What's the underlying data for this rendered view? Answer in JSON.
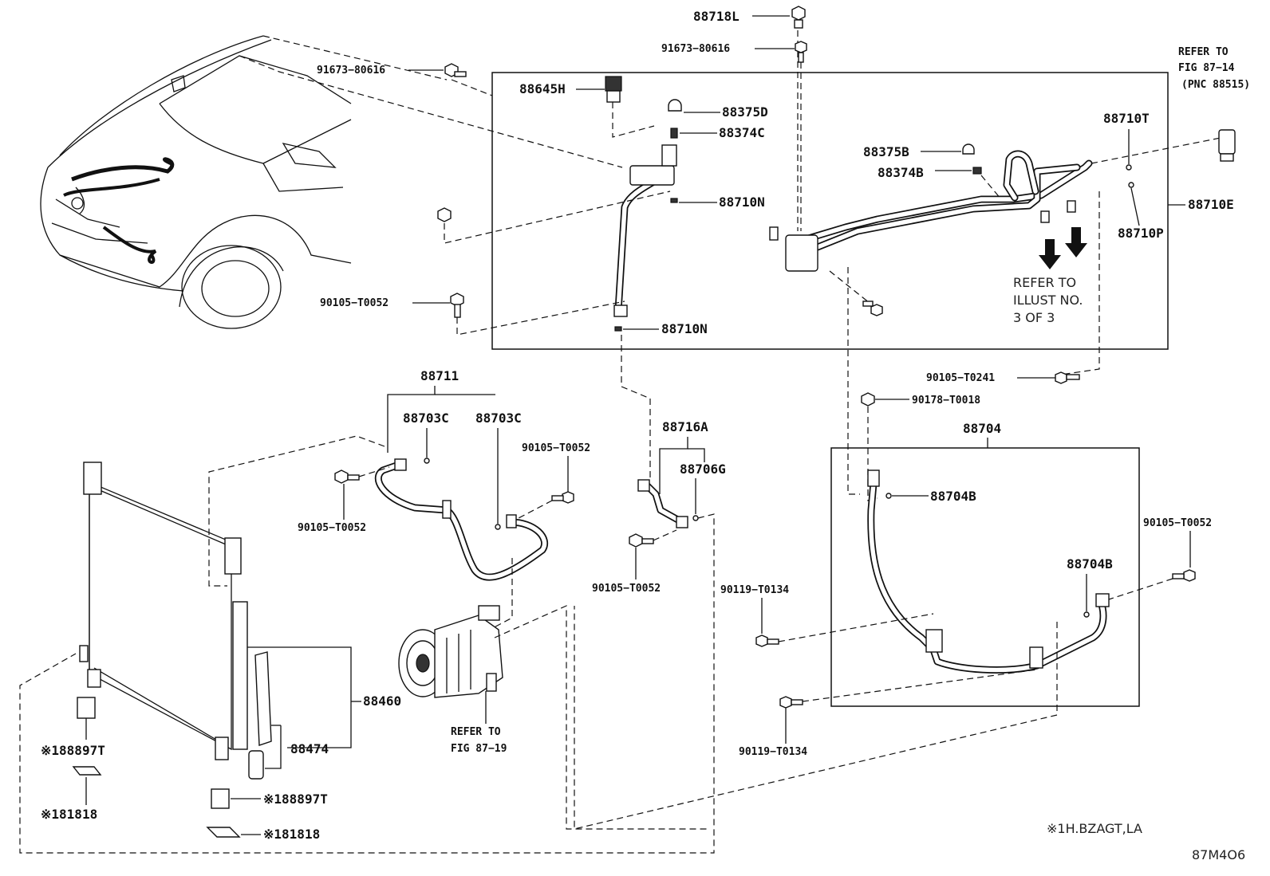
{
  "figure_code": "87M4O6",
  "footnote": "※1H.BZAGT,LA",
  "labels": {
    "p88718L": "88718L",
    "p91673_top": "91673−80616",
    "p91673_left": "91673−80616",
    "p88645H": "88645H",
    "p88375D": "88375D",
    "p88374C": "88374C",
    "p88710N_upper": "88710N",
    "p88710N_lower": "88710N",
    "p90105_T0052_upper": "90105−T0052",
    "p88375B": "88375B",
    "p88374B": "88374B",
    "p88710T": "88710T",
    "p88710P": "88710P",
    "p88710E": "88710E",
    "p90105_T0241": "90105−T0241",
    "p90178_T0018": "90178−T0018",
    "p88704": "88704",
    "p88704B_a": "88704B",
    "p88704B_b": "88704B",
    "p90105_T0052_right": "90105−T0052",
    "p90119_T0134_a": "90119−T0134",
    "p90119_T0134_b": "90119−T0134",
    "p88711": "88711",
    "p88703C_a": "88703C",
    "p88703C_b": "88703C",
    "p90105_T0052_mid": "90105−T0052",
    "p90105_T0052_left": "90105−T0052",
    "p88716A": "88716A",
    "p88706G": "88706G",
    "p90105_T0052_bottom": "90105−T0052",
    "p88460": "88460",
    "p88474": "88474",
    "p88897T_left": "※188897T",
    "p81818_left": "※181818",
    "p88897T_right": "※188897T",
    "p81818_right": "※181818"
  },
  "refers": {
    "fig_87_14_line1": "REFER TO",
    "fig_87_14_line2": "FIG 87−14",
    "fig_87_14_line3": "(PNC 88515)",
    "illust_line1": "REFER TO",
    "illust_line2": "ILLUST NO.",
    "illust_line3": "3 OF 3",
    "fig_87_19_line1": "REFER TO",
    "fig_87_19_line2": "FIG 87−19"
  }
}
